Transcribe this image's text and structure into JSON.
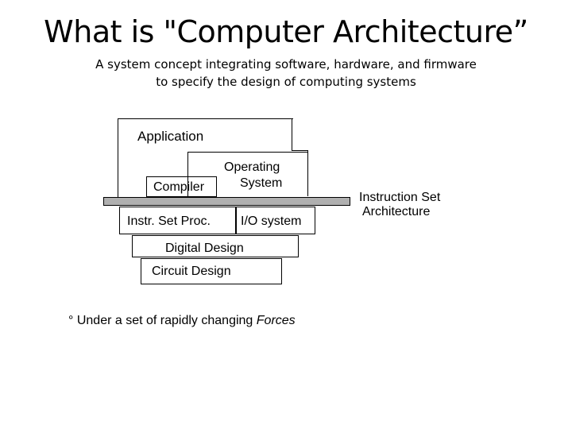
{
  "slide": {
    "title": "What is \"Computer Architecture”",
    "subtitle_line1": "A system concept integrating software, hardware, and firmware",
    "subtitle_line2": "to specify the design of computing systems"
  },
  "diagram": {
    "application": "Application",
    "operating_line1": "Operating",
    "operating_line2": "System",
    "compiler": "Compiler",
    "instr_set_proc": "Instr. Set Proc.",
    "io_system": "I/O system",
    "digital_design": "Digital Design",
    "circuit_design": "Circuit Design",
    "isa_line1": "Instruction Set",
    "isa_line2": "Architecture",
    "isa_bar_color": "#b0b0b0"
  },
  "footnote": {
    "bullet": "°",
    "text_before": " Under a  set of rapidly  changing ",
    "emphasis": "Forces"
  }
}
